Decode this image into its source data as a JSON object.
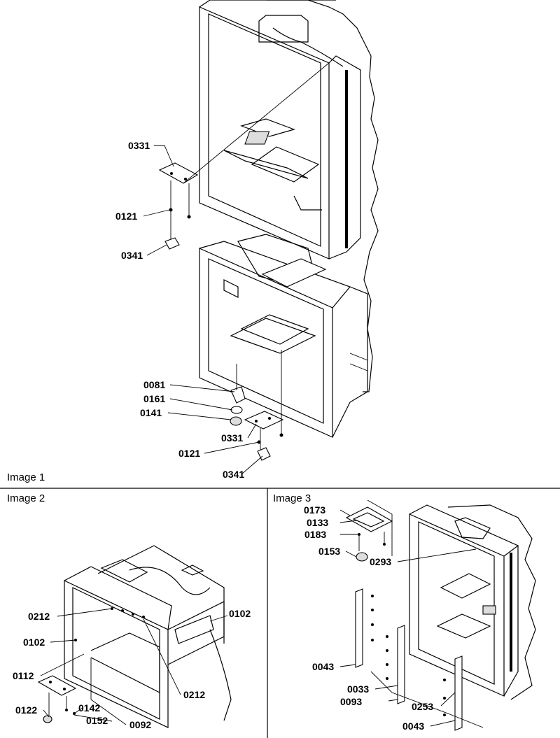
{
  "panels": [
    {
      "id": "image1",
      "label": "Image 1"
    },
    {
      "id": "image2",
      "label": "Image 2"
    },
    {
      "id": "image3",
      "label": "Image 3"
    }
  ],
  "callouts": {
    "image1": [
      "0331",
      "0121",
      "0341",
      "0081",
      "0161",
      "0141",
      "0331",
      "0121",
      "0341"
    ],
    "image2": [
      "0212",
      "0102",
      "0102",
      "0112",
      "0212",
      "0122",
      "0142",
      "0152",
      "0092"
    ],
    "image3": [
      "0173",
      "0133",
      "0183",
      "0153",
      "0293",
      "0043",
      "0033",
      "0093",
      "0253",
      "0043"
    ]
  }
}
